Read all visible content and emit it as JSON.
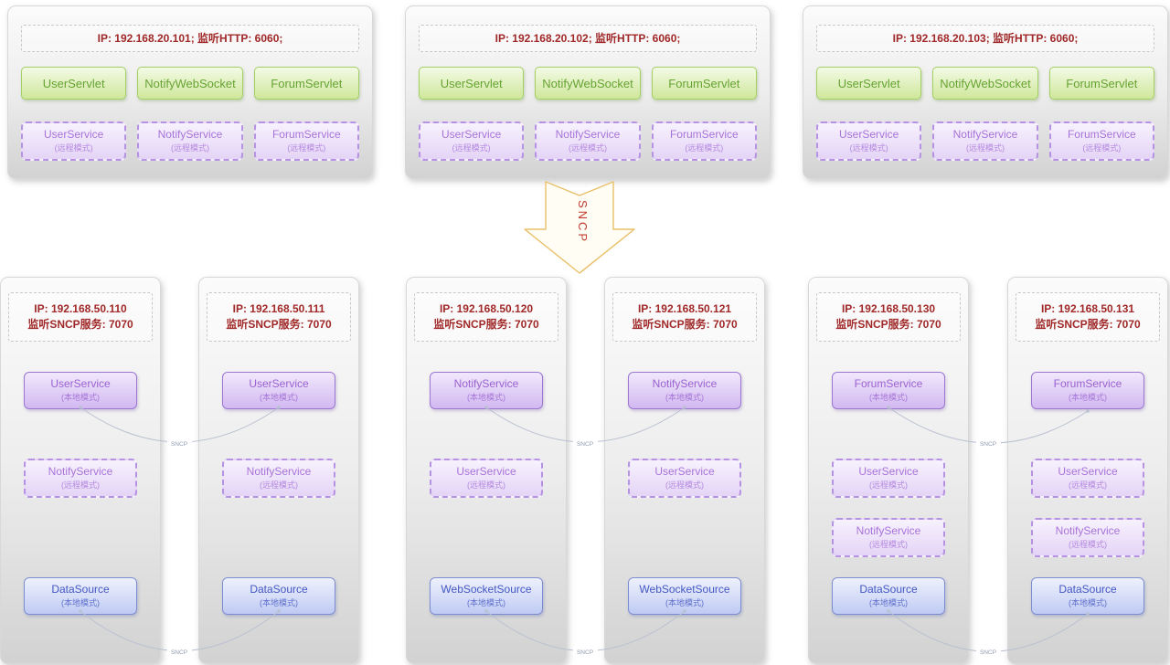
{
  "arrow": {
    "label": "SNCP"
  },
  "connector": {
    "label": "SNCP"
  },
  "top_nodes": [
    {
      "header": "IP: 192.168.20.101;  监听HTTP: 6060;",
      "servlets": [
        "UserServlet",
        "NotifyWebSocket",
        "ForumServlet"
      ],
      "services": [
        {
          "name": "UserService",
          "mode": "(远程模式)"
        },
        {
          "name": "NotifyService",
          "mode": "(远程模式)"
        },
        {
          "name": "ForumService",
          "mode": "(远程模式)"
        }
      ]
    },
    {
      "header": "IP: 192.168.20.102;  监听HTTP: 6060;",
      "servlets": [
        "UserServlet",
        "NotifyWebSocket",
        "ForumServlet"
      ],
      "services": [
        {
          "name": "UserService",
          "mode": "(远程模式)"
        },
        {
          "name": "NotifyService",
          "mode": "(远程模式)"
        },
        {
          "name": "ForumService",
          "mode": "(远程模式)"
        }
      ]
    },
    {
      "header": "IP: 192.168.20.103;  监听HTTP: 6060;",
      "servlets": [
        "UserServlet",
        "NotifyWebSocket",
        "ForumServlet"
      ],
      "services": [
        {
          "name": "UserService",
          "mode": "(远程模式)"
        },
        {
          "name": "NotifyService",
          "mode": "(远程模式)"
        },
        {
          "name": "ForumService",
          "mode": "(远程模式)"
        }
      ]
    }
  ],
  "bottom_nodes": [
    {
      "header_line1": "IP: 192.168.50.110",
      "header_line2": "监听SNCP服务: 7070",
      "services": [
        {
          "name": "UserService",
          "mode": "(本地模式)"
        },
        {
          "name": "NotifyService",
          "mode": "(远程模式)"
        },
        {
          "name": "DataSource",
          "mode": "(本地模式)"
        }
      ]
    },
    {
      "header_line1": "IP: 192.168.50.111",
      "header_line2": "监听SNCP服务: 7070",
      "services": [
        {
          "name": "UserService",
          "mode": "(本地模式)"
        },
        {
          "name": "NotifyService",
          "mode": "(远程模式)"
        },
        {
          "name": "DataSource",
          "mode": "(本地模式)"
        }
      ]
    },
    {
      "header_line1": "IP: 192.168.50.120",
      "header_line2": "监听SNCP服务: 7070",
      "services": [
        {
          "name": "NotifyService",
          "mode": "(本地模式)"
        },
        {
          "name": "UserService",
          "mode": "(远程模式)"
        },
        {
          "name": "WebSocketSource",
          "mode": "(本地模式)"
        }
      ]
    },
    {
      "header_line1": "IP: 192.168.50.121",
      "header_line2": "监听SNCP服务: 7070",
      "services": [
        {
          "name": "NotifyService",
          "mode": "(本地模式)"
        },
        {
          "name": "UserService",
          "mode": "(远程模式)"
        },
        {
          "name": "WebSocketSource",
          "mode": "(本地模式)"
        }
      ]
    },
    {
      "header_line1": "IP: 192.168.50.130",
      "header_line2": "监听SNCP服务: 7070",
      "services": [
        {
          "name": "ForumService",
          "mode": "(本地模式)"
        },
        {
          "name": "UserService",
          "mode": "(远程模式)"
        },
        {
          "name": "NotifyService",
          "mode": "(远程模式)"
        },
        {
          "name": "DataSource",
          "mode": "(本地模式)"
        }
      ]
    },
    {
      "header_line1": "IP: 192.168.50.131",
      "header_line2": "监听SNCP服务: 7070",
      "services": [
        {
          "name": "ForumService",
          "mode": "(本地模式)"
        },
        {
          "name": "UserService",
          "mode": "(远程模式)"
        },
        {
          "name": "NotifyService",
          "mode": "(远程模式)"
        },
        {
          "name": "DataSource",
          "mode": "(本地模式)"
        }
      ]
    }
  ]
}
